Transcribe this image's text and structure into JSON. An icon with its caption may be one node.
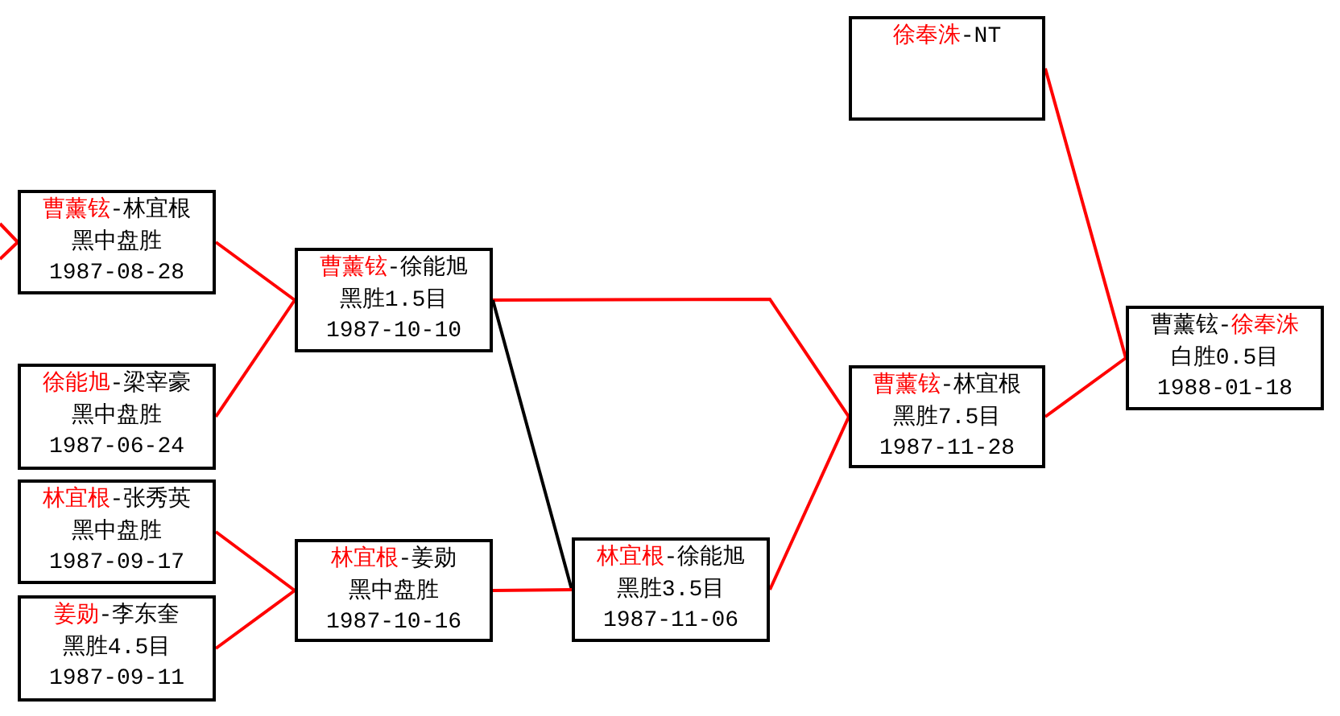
{
  "diagram": {
    "nodes": [
      {
        "text": [
          "**曹薰铉**-林宜根",
          "黑中盘胜",
          "1987-08-28"
        ]
      },
      {
        "text": [
          "**徐能旭**-梁宰豪",
          "黑中盘胜",
          "1987-06-24"
        ]
      },
      {
        "text": [
          "**林宜根**-张秀英",
          "黑中盘胜",
          "1987-09-17"
        ]
      },
      {
        "text": [
          "**姜勋**-李东奎",
          "黑胜4.5目",
          "1987-09-11"
        ]
      },
      {
        "text": [
          "**曹薰铉**-徐能旭",
          "黑胜1.5目",
          "1987-10-10"
        ]
      },
      {
        "text": [
          "**林宜根**-姜勋",
          "黑中盘胜",
          "1987-10-16"
        ]
      },
      {
        "text": [
          "**林宜根**-徐能旭",
          "黑胜3.5目",
          "1987-11-06"
        ]
      },
      {
        "text": [
          "**徐奉洙**-NT"
        ]
      },
      {
        "text": [
          "**曹薰铉**-林宜根",
          "黑胜7.5目",
          "1987-11-28"
        ]
      },
      {
        "text": [
          "曹薰铉-**徐奉洙**",
          "白胜0.5目",
          "1988-01-18"
        ]
      }
    ],
    "edges": [
      {
        "from": null,
        "to": 0,
        "arrow": "none"
      },
      {
        "from": null,
        "to": 0,
        "arrow": "none"
      },
      {
        "from": 0,
        "to": 4,
        "arrow": "none"
      },
      {
        "from": 1,
        "to": 4,
        "arrow": "none"
      },
      {
        "from": 2,
        "to": 5,
        "arrow": "none"
      },
      {
        "from": 3,
        "to": 5,
        "arrow": "none"
      },
      {
        "from": 4,
        "to": 8,
        "arrow": "none"
      },
      {
        "from": 4,
        "to": 6,
        "arrow": "none",
        "color": "#000000"
      },
      {
        "from": 5,
        "to": 6,
        "arrow": "none"
      },
      {
        "from": 6,
        "to": 8,
        "arrow": "none"
      },
      {
        "from": 7,
        "to": 9,
        "arrow": "none"
      },
      {
        "from": 8,
        "to": 9,
        "arrow": "none"
      }
    ]
  }
}
